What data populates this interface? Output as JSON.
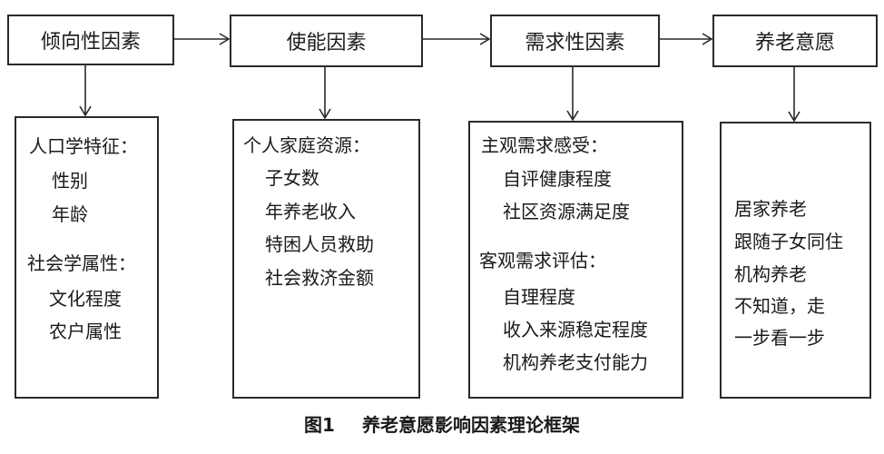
{
  "stages": [
    {
      "title": "倾向性因素",
      "details": [
        {
          "text": "人口学特征：",
          "level": 0
        },
        {
          "text": "性别",
          "level": 1
        },
        {
          "text": "年龄",
          "level": 1
        },
        {
          "text": "社会学属性：",
          "level": 0
        },
        {
          "text": "文化程度",
          "level": 1
        },
        {
          "text": "农户属性",
          "level": 1
        }
      ]
    },
    {
      "title": "使能因素",
      "details": [
        {
          "text": "个人家庭资源：",
          "level": 0
        },
        {
          "text": "子女数",
          "level": 1
        },
        {
          "text": "年养老收入",
          "level": 1
        },
        {
          "text": "特困人员救助",
          "level": 1
        },
        {
          "text": "社会救济金额",
          "level": 1
        }
      ]
    },
    {
      "title": "需求性因素",
      "details": [
        {
          "text": "主观需求感受：",
          "level": 0
        },
        {
          "text": "自评健康程度",
          "level": 1
        },
        {
          "text": "社区资源满足度",
          "level": 1
        },
        {
          "text": "客观需求评估：",
          "level": 0
        },
        {
          "text": "自理程度",
          "level": 1
        },
        {
          "text": "收入来源稳定程度",
          "level": 1
        },
        {
          "text": "机构养老支付能力",
          "level": 1
        }
      ]
    },
    {
      "title": "养老意愿",
      "details": [
        {
          "text": "居家养老",
          "level": 0
        },
        {
          "text": "跟随子女同住",
          "level": 0
        },
        {
          "text": "机构养老",
          "level": 0
        },
        {
          "text": "不知道，走",
          "level": 0
        },
        {
          "text": "一步看一步",
          "level": 0
        }
      ]
    }
  ],
  "caption": {
    "figure_number": "图1",
    "title": "养老意愿影响因素理论框架"
  }
}
